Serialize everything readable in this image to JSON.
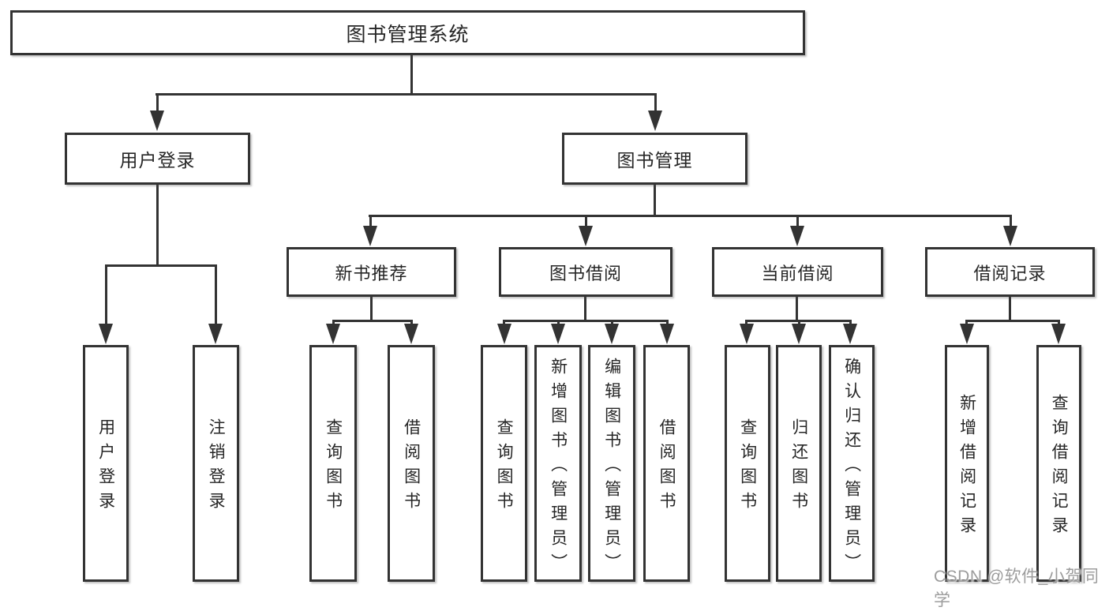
{
  "nodes": {
    "root": "图书管理系统",
    "user_login": "用户登录",
    "book_mgmt": "图书管理",
    "new_books": "新书推荐",
    "book_borrow": "图书借阅",
    "current_borrow": "当前借阅",
    "borrow_records": "借阅记录",
    "leaves": {
      "login": "用户登录",
      "logout": "注销登录",
      "nb_search": "查询图书",
      "nb_borrow": "借阅图书",
      "bb_search": "查询图书",
      "bb_add": "新增图书（管理员）",
      "bb_edit": "编辑图书（管理员）",
      "bb_borrow": "借阅图书",
      "cb_search": "查询图书",
      "cb_return": "归还图书",
      "cb_confirm": "确认归还（管理员）",
      "br_add": "新增借阅记录",
      "br_search": "查询借阅记录"
    }
  },
  "watermark": "CSDN @软件_小贺同学",
  "colors": {
    "line": "#333333",
    "box_border": "#333333",
    "box_fill": "#ffffff",
    "text": "#262626",
    "watermark": "#9c9c9c",
    "background": "#ffffff"
  }
}
